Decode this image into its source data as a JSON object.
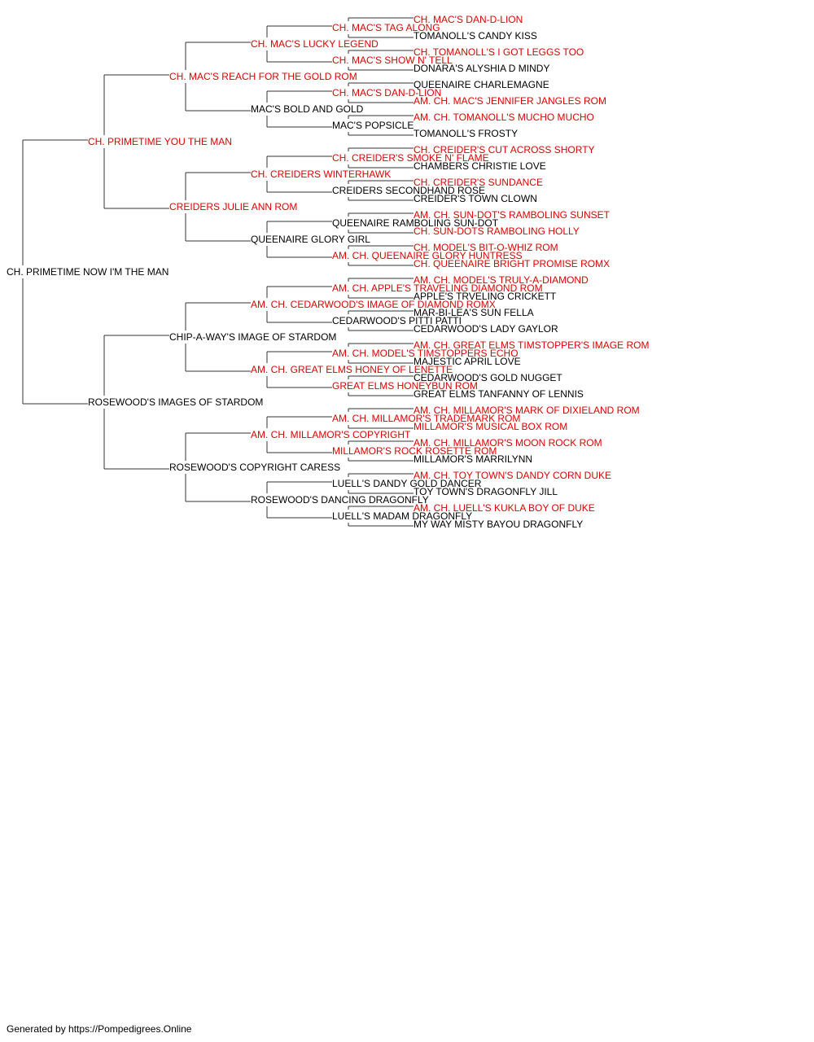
{
  "colors": {
    "champion": "#e00000",
    "normal": "#000000",
    "line": "#333333"
  },
  "root": {
    "name": "CH. PRIMETIME NOW I'M THE MAN",
    "champion": false,
    "sire": {
      "name": "CH. PRIMETIME YOU THE MAN",
      "champion": true,
      "sire": {
        "name": "CH. MAC'S REACH FOR THE GOLD ROM",
        "champion": true,
        "sire": {
          "name": "CH. MAC'S LUCKY LEGEND",
          "champion": true,
          "sire": {
            "name": "CH. MAC'S TAG ALONG",
            "champion": true,
            "sire": {
              "name": "CH. MAC'S DAN-D-LION",
              "champion": true
            },
            "dam": {
              "name": "TOMANOLL'S CANDY KISS",
              "champion": false
            }
          },
          "dam": {
            "name": "CH. MAC'S SHOW N' TELL",
            "champion": true,
            "sire": {
              "name": "CH. TOMANOLL'S I GOT LEGGS TOO",
              "champion": true
            },
            "dam": {
              "name": "DONARA'S ALYSHIA D MINDY",
              "champion": false
            }
          }
        },
        "dam": {
          "name": "MAC'S BOLD AND GOLD",
          "champion": false,
          "sire": {
            "name": "CH. MAC'S DAN-D-LION",
            "champion": true,
            "sire": {
              "name": "QUEENAIRE CHARLEMAGNE",
              "champion": false
            },
            "dam": {
              "name": "AM. CH. MAC'S JENNIFER JANGLES ROM",
              "champion": true
            }
          },
          "dam": {
            "name": "MAC'S POPSICLE",
            "champion": false,
            "sire": {
              "name": "AM. CH. TOMANOLL'S MUCHO MUCHO",
              "champion": true
            },
            "dam": {
              "name": "TOMANOLL'S FROSTY",
              "champion": false
            }
          }
        }
      },
      "dam": {
        "name": "CREIDERS JULIE ANN ROM",
        "champion": true,
        "sire": {
          "name": "CH. CREIDERS WINTERHAWK",
          "champion": true,
          "sire": {
            "name": "CH. CREIDER'S SMOKE N' FLAME",
            "champion": true,
            "sire": {
              "name": "CH. CREIDER'S CUT ACROSS SHORTY",
              "champion": true
            },
            "dam": {
              "name": "CHAMBERS CHRISTIE LOVE",
              "champion": false
            }
          },
          "dam": {
            "name": "CREIDERS SECONDHAND ROSE",
            "champion": false,
            "sire": {
              "name": "CH. CREIDER'S SUNDANCE",
              "champion": true
            },
            "dam": {
              "name": "CREIDER'S TOWN CLOWN",
              "champion": false
            }
          }
        },
        "dam": {
          "name": "QUEENAIRE GLORY GIRL",
          "champion": false,
          "sire": {
            "name": "QUEENAIRE RAMBOLING SUN-DOT",
            "champion": false,
            "sire": {
              "name": "AM. CH. SUN-DOT'S RAMBOLING SUNSET",
              "champion": true
            },
            "dam": {
              "name": "CH. SUN-DOTS RAMBOLING HOLLY",
              "champion": true
            }
          },
          "dam": {
            "name": "AM. CH. QUEENAIRE GLORY HUNTRESS",
            "champion": true,
            "sire": {
              "name": "CH. MODEL'S BIT-O-WHIZ ROM",
              "champion": true
            },
            "dam": {
              "name": "CH. QUEENAIRE BRIGHT PROMISE ROMX",
              "champion": true
            }
          }
        }
      }
    },
    "dam": {
      "name": "ROSEWOOD'S IMAGES OF STARDOM",
      "champion": false,
      "sire": {
        "name": "CHIP-A-WAY'S IMAGE OF STARDOM",
        "champion": false,
        "sire": {
          "name": "AM. CH. CEDARWOOD'S IMAGE OF DIAMOND ROMX",
          "champion": true,
          "sire": {
            "name": "AM. CH. APPLE'S TRAVELING DIAMOND ROM",
            "champion": true,
            "sire": {
              "name": "AM. CH. MODEL'S TRULY-A-DIAMOND",
              "champion": true
            },
            "dam": {
              "name": "APPLE'S TRVELING CRICKETT",
              "champion": false
            }
          },
          "dam": {
            "name": "CEDARWOOD'S PITTI PATTI",
            "champion": false,
            "sire": {
              "name": "MAR-BI-LEA'S SUN FELLA",
              "champion": false
            },
            "dam": {
              "name": "CEDARWOOD'S LADY GAYLOR",
              "champion": false
            }
          }
        },
        "dam": {
          "name": "AM. CH. GREAT ELMS HONEY OF LENETTE",
          "champion": true,
          "sire": {
            "name": "AM. CH. MODEL'S TIMSTOPPERS ECHO",
            "champion": true,
            "sire": {
              "name": "AM. CH. GREAT ELMS TIMSTOPPER'S IMAGE ROM",
              "champion": true
            },
            "dam": {
              "name": "MAJESTIC APRIL LOVE",
              "champion": false
            }
          },
          "dam": {
            "name": "GREAT ELMS HONEYBUN ROM",
            "champion": true,
            "sire": {
              "name": "CEDARWOOD'S GOLD NUGGET",
              "champion": false
            },
            "dam": {
              "name": "GREAT ELMS TANFANNY OF LENNIS",
              "champion": false
            }
          }
        }
      },
      "dam": {
        "name": "ROSEWOOD'S COPYRIGHT CARESS",
        "champion": false,
        "sire": {
          "name": "AM. CH. MILLAMOR'S COPYRIGHT",
          "champion": true,
          "sire": {
            "name": "AM. CH. MILLAMOR'S TRADEMARK ROM",
            "champion": true,
            "sire": {
              "name": "AM. CH. MILLAMOR'S MARK OF DIXIELAND ROM",
              "champion": true
            },
            "dam": {
              "name": "MILLAMOR'S MUSICAL BOX ROM",
              "champion": true
            }
          },
          "dam": {
            "name": "MILLAMOR'S ROCK ROSETTE ROM",
            "champion": true,
            "sire": {
              "name": "AM. CH. MILLAMOR'S MOON ROCK ROM",
              "champion": true
            },
            "dam": {
              "name": "MILLAMOR'S MARRILYNN",
              "champion": false
            }
          }
        },
        "dam": {
          "name": "ROSEWOOD'S DANCING DRAGONFLY",
          "champion": false,
          "sire": {
            "name": "LUELL'S DANDY GOLD DANCER",
            "champion": false,
            "sire": {
              "name": "AM. CH. TOY TOWN'S DANDY CORN DUKE",
              "champion": true
            },
            "dam": {
              "name": "TOY TOWN'S DRAGONFLY JILL",
              "champion": false
            }
          },
          "dam": {
            "name": "LUELL'S MADAM DRAGONFLY",
            "champion": false,
            "sire": {
              "name": "AM. CH. LUELL'S KUKLA BOY OF DUKE",
              "champion": true
            },
            "dam": {
              "name": "MY WAY MISTY BAYOU DRAGONFLY",
              "champion": false
            }
          }
        }
      }
    }
  },
  "footer": "Generated by https://Pompedigrees.Online"
}
